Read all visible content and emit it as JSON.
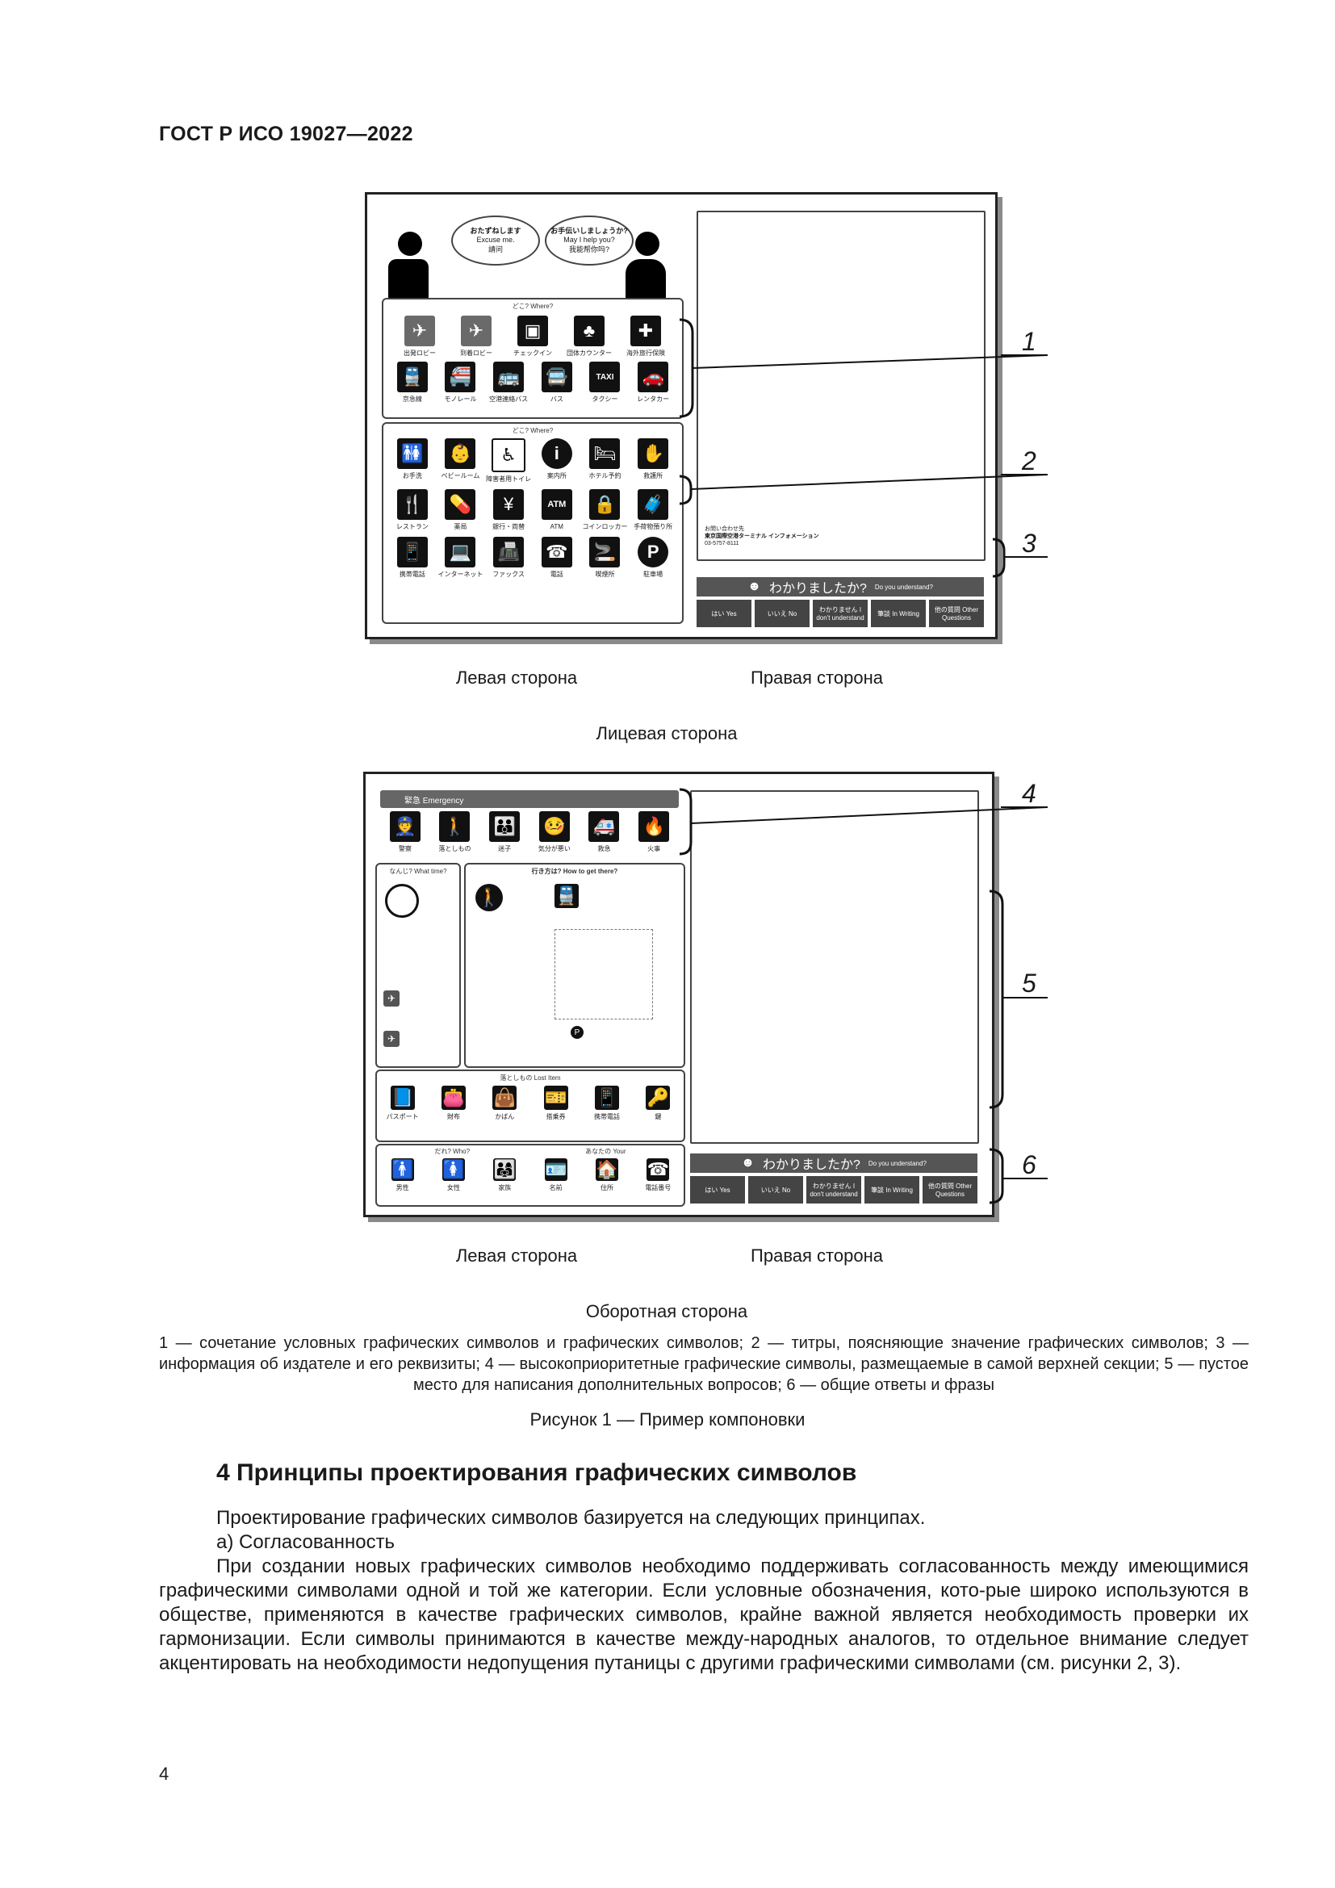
{
  "header": {
    "standard": "ГОСТ Р ИСО 19027—2022"
  },
  "figure": {
    "front": {
      "left_label": "Левая сторона",
      "right_label": "Правая сторона",
      "caption": "Лицевая сторона",
      "speech_left": [
        "おたずねします",
        "Excuse me.",
        "請问"
      ],
      "speech_right": [
        "お手伝いしましょうか?",
        "May I help you?",
        "我能帮你吗?"
      ],
      "section1_title": "どこ? Where?",
      "section2_title": "どこ? Where?",
      "icons_row1": [
        "出発ロビー",
        "到着ロビー",
        "チェックイン",
        "団体カウンター",
        "海外旅行保険"
      ],
      "icons_row2": [
        "京急線",
        "モノレール",
        "空港連絡バス",
        "バス",
        "タクシー",
        "レンタカー"
      ],
      "icons_row3": [
        "お手洗",
        "ベビールーム",
        "障害者用トイレ",
        "案内所",
        "ホテル予約",
        "救護所"
      ],
      "icons_row4": [
        "レストラン",
        "薬局",
        "銀行・両替",
        "ATM",
        "コインロッカー",
        "手荷物預り所"
      ],
      "icons_row5": [
        "携帯電話",
        "インターネット",
        "ファックス",
        "電話",
        "喫煙所",
        "駐車場"
      ],
      "publisher_text": [
        "お問い合わせ先",
        "東京国際空港ターミナル インフォメーション",
        "03-5757-8111"
      ],
      "bar_text": "わかりましたか?",
      "bar_sub": "Do you understand?",
      "responses": [
        "はい Yes",
        "いいえ No",
        "わかりません I don't understand",
        "筆談 In Writing",
        "他の質問 Other Questions"
      ]
    },
    "back": {
      "left_label": "Левая сторона",
      "right_label": "Правая сторона",
      "caption": "Оборотная сторона",
      "top_strip": "緊急 Emergency",
      "icons_top": [
        "警察",
        "落としもの",
        "迷子",
        "気分が悪い",
        "救急",
        "火事"
      ],
      "what_time": "なんじ? What time?",
      "how_to_get": "行き方は? How to get there?",
      "lost_title": "落としもの Lost Item",
      "lost_icons": [
        "パスポート",
        "財布",
        "かばん",
        "搭乗券",
        "携帯電話",
        "鍵"
      ],
      "who_title": "だれ? Who?",
      "you_title": "あなたの Your",
      "who_icons": [
        "男性",
        "女性",
        "家族",
        "名前",
        "住所",
        "電話番号"
      ],
      "bar_text": "わかりましたか?",
      "bar_sub": "Do you understand?",
      "responses": [
        "はい Yes",
        "いいえ No",
        "わかりません I don't understand",
        "筆談 In Writing",
        "他の質問 Other Questions"
      ]
    },
    "callouts": [
      "1",
      "2",
      "3",
      "4",
      "5",
      "6"
    ],
    "legend": "1 — сочетание условных графических символов и графических символов; 2 — титры, поясняющие значение графических символов; 3 — информация об издателе и его реквизиты; 4 — высокоприоритетные графические символы, размещаемые в самой верхней секции; 5 — пустое место для написания дополнительных вопросов; 6 — общие ответы и фразы",
    "title": "Рисунок 1 — Пример компоновки"
  },
  "section": {
    "heading": "4  Принципы проектирования графических символов",
    "intro": "Проектирование графических символов базируется на следующих принципах.",
    "item_a": "а)  Согласованность",
    "body": "При создании новых графических символов необходимо поддерживать согласованность между имеющимися графическими символами одной и той же категории. Если условные обозначения, кото-рые широко используются в обществе, применяются в качестве графических символов, крайне важной является необходимость проверки их гармонизации. Если символы принимаются в качестве между-народных аналогов, то отдельное внимание следует акцентировать на необходимости недопущения путаницы с другими графическими символами (см. рисунки 2, 3)."
  },
  "page_number": "4"
}
